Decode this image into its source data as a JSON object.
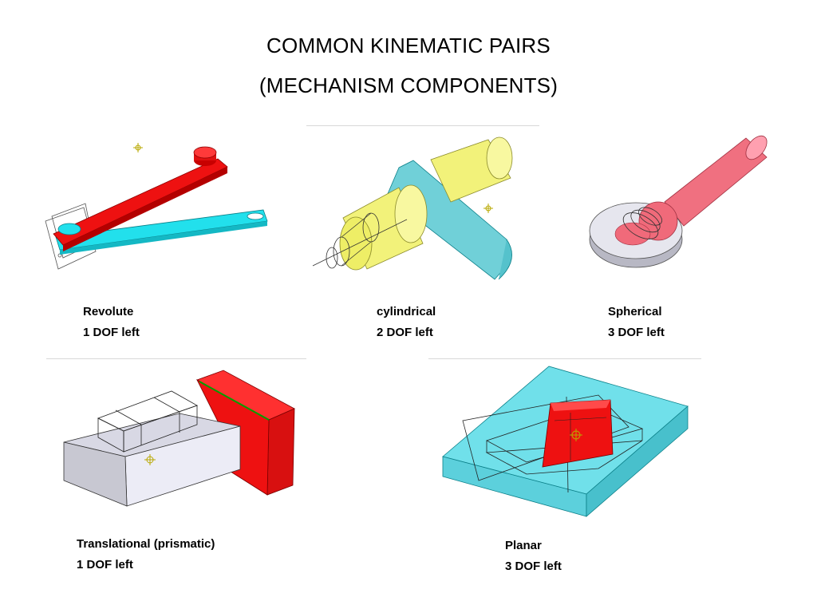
{
  "title": {
    "line1": "COMMON KINEMATIC PAIRS",
    "line2": "(MECHANISM COMPONENTS)"
  },
  "pairs": [
    {
      "name": "Revolute",
      "dof": "1 DOF left"
    },
    {
      "name": "cylindrical",
      "dof": "2 DOF left"
    },
    {
      "name": "Spherical",
      "dof": "3 DOF left"
    },
    {
      "name": "Translational (prismatic)",
      "dof": "1 DOF left"
    },
    {
      "name": "Planar",
      "dof": "3 DOF left"
    }
  ],
  "colors": {
    "red": "#ee1111",
    "cyan": "#22e0ec",
    "yellow": "#f2f27a",
    "pink": "#f07080",
    "gray": "#c8c8d2",
    "light_cyan": "#70e0ea"
  }
}
